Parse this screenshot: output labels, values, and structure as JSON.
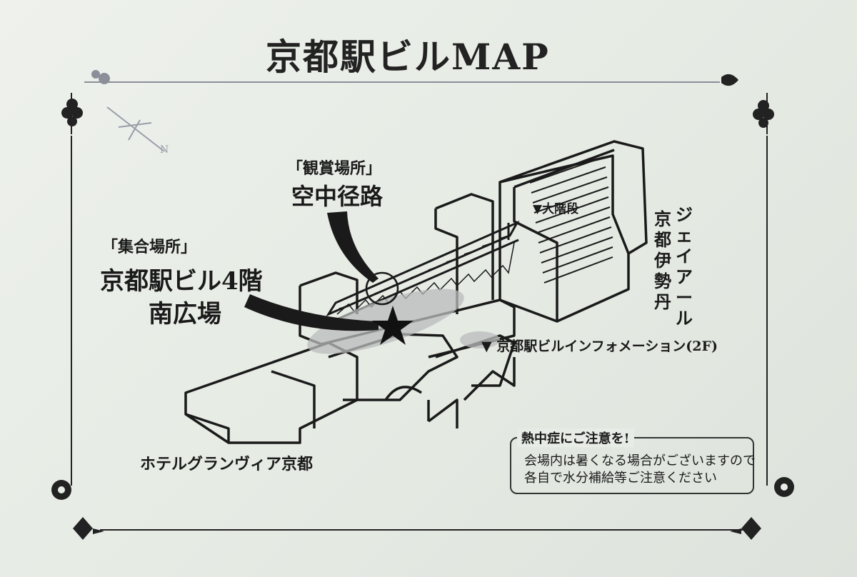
{
  "title": "京都駅ビルMAP",
  "callouts": {
    "viewing": {
      "bracket": "「観賞場所」",
      "name": "空中径路"
    },
    "meeting": {
      "bracket": "「集合場所」",
      "name_line1": "京都駅ビル4階",
      "name_line2": "南広場"
    }
  },
  "labels": {
    "staircase": "▼大階段",
    "isetan_col1": "ジェイアール",
    "isetan_col2": "京都伊勢丹",
    "information": "▼ 京都駅ビルインフォメーション(2F)",
    "hotel": "ホテルグランヴィア京都",
    "compass": "N"
  },
  "notice": {
    "title": "熱中症にご注意を!",
    "line1": "会場内は暑くなる場合がございますので",
    "line2": "各自で水分補給等ご注意ください"
  },
  "colors": {
    "ink": "#1a1a1a",
    "paper": "#e9ede7",
    "silver_foil": "#9a9ca8",
    "highlight_grey": "#b9bcbc"
  }
}
